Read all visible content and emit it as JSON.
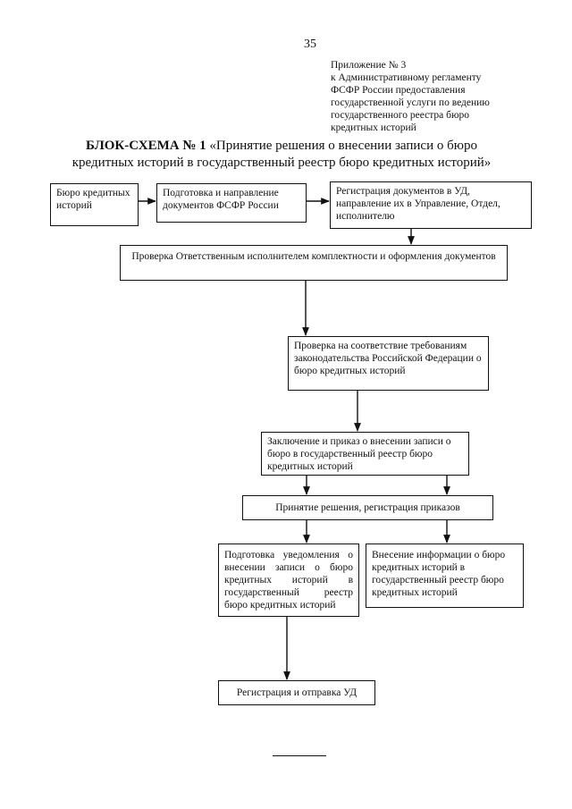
{
  "page_number": "35",
  "appendix_lines": [
    "Приложение № 3",
    "к Административному регламенту",
    "ФСФР России предоставления",
    "государственной услуги по ведению",
    "государственного реестра бюро",
    "кредитных историй"
  ],
  "title_bold": "БЛОК-СХЕМА № 1",
  "title_rest": " «Принятие решения о внесении записи о бюро кредитных историй в государственный реестр бюро кредитных историй»",
  "boxes": {
    "bureau": "Бюро кредитных историй",
    "prepare_docs": "Подготовка и направление документов ФСФР России",
    "register_docs": "Регистрация документов в УД, направление их в Управление, Отдел, исполнителю",
    "check_completeness": "Проверка Ответственным исполнителем комплектности и оформления документов",
    "check_compliance": "Проверка на соответствие требованиям законодательства Российской Федерации о бюро кредитных историй",
    "conclusion_order": "Заключение и приказ о внесении записи о бюро в государственный реестр бюро кредитных историй",
    "decision_registration": "Принятие решения, регистрация приказов",
    "prepare_notice": "Подготовка уведомления о внесении записи о бюро кредитных историй в государственный реестр бюро кредитных историй",
    "enter_info": "Внесение информации о бюро кредитных историй в государственный реестр бюро кредитных историй",
    "register_send": "Регистрация и отправка УД"
  }
}
